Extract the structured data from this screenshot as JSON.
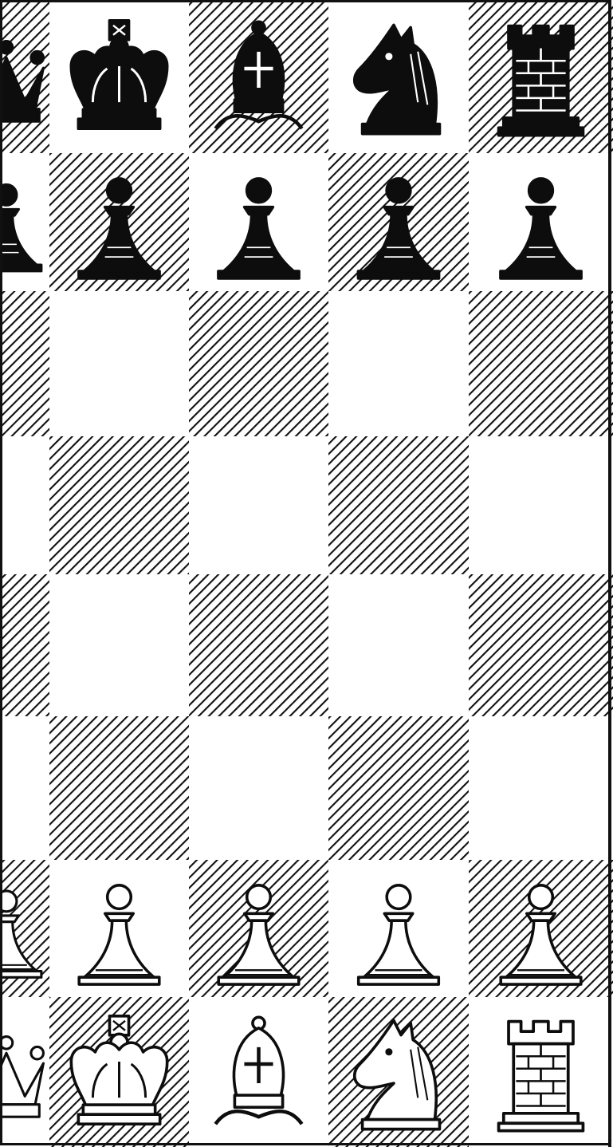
{
  "board": {
    "style": "woodcut engraving, hatched dark squares",
    "colors": {
      "light_square": "#ffffff",
      "hatch_line": "#111111",
      "ink": "#0d0d0d",
      "paper": "#ffffff",
      "frame": "#111111"
    },
    "visible_files": 5,
    "visible_ranks": 8,
    "first_file_partially_cropped": true,
    "top_left_square_dark": true
  },
  "pieces": [
    {
      "name": "black-partial-queen",
      "color": "black",
      "type": "queen",
      "row": 0,
      "col": 0,
      "partial": true
    },
    {
      "name": "black-king",
      "color": "black",
      "type": "king",
      "row": 0,
      "col": 1
    },
    {
      "name": "black-bishop",
      "color": "black",
      "type": "bishop",
      "row": 0,
      "col": 2
    },
    {
      "name": "black-knight",
      "color": "black",
      "type": "knight",
      "row": 0,
      "col": 3
    },
    {
      "name": "black-rook",
      "color": "black",
      "type": "rook",
      "row": 0,
      "col": 4
    },
    {
      "name": "black-partial-pawn",
      "color": "black",
      "type": "pawn",
      "row": 1,
      "col": 0,
      "partial": true
    },
    {
      "name": "black-pawn",
      "color": "black",
      "type": "pawn",
      "row": 1,
      "col": 1
    },
    {
      "name": "black-pawn",
      "color": "black",
      "type": "pawn",
      "row": 1,
      "col": 2
    },
    {
      "name": "black-pawn",
      "color": "black",
      "type": "pawn",
      "row": 1,
      "col": 3
    },
    {
      "name": "black-pawn",
      "color": "black",
      "type": "pawn",
      "row": 1,
      "col": 4
    },
    {
      "name": "white-partial-pawn",
      "color": "white",
      "type": "pawn",
      "row": 6,
      "col": 0,
      "partial": true
    },
    {
      "name": "white-pawn",
      "color": "white",
      "type": "pawn",
      "row": 6,
      "col": 1
    },
    {
      "name": "white-pawn",
      "color": "white",
      "type": "pawn",
      "row": 6,
      "col": 2
    },
    {
      "name": "white-pawn",
      "color": "white",
      "type": "pawn",
      "row": 6,
      "col": 3
    },
    {
      "name": "white-pawn",
      "color": "white",
      "type": "pawn",
      "row": 6,
      "col": 4
    },
    {
      "name": "white-partial-queen",
      "color": "white",
      "type": "queen",
      "row": 7,
      "col": 0,
      "partial": true
    },
    {
      "name": "white-king",
      "color": "white",
      "type": "king",
      "row": 7,
      "col": 1
    },
    {
      "name": "white-bishop",
      "color": "white",
      "type": "bishop",
      "row": 7,
      "col": 2
    },
    {
      "name": "white-knight",
      "color": "white",
      "type": "knight",
      "row": 7,
      "col": 3
    },
    {
      "name": "white-rook",
      "color": "white",
      "type": "rook",
      "row": 7,
      "col": 4
    }
  ]
}
